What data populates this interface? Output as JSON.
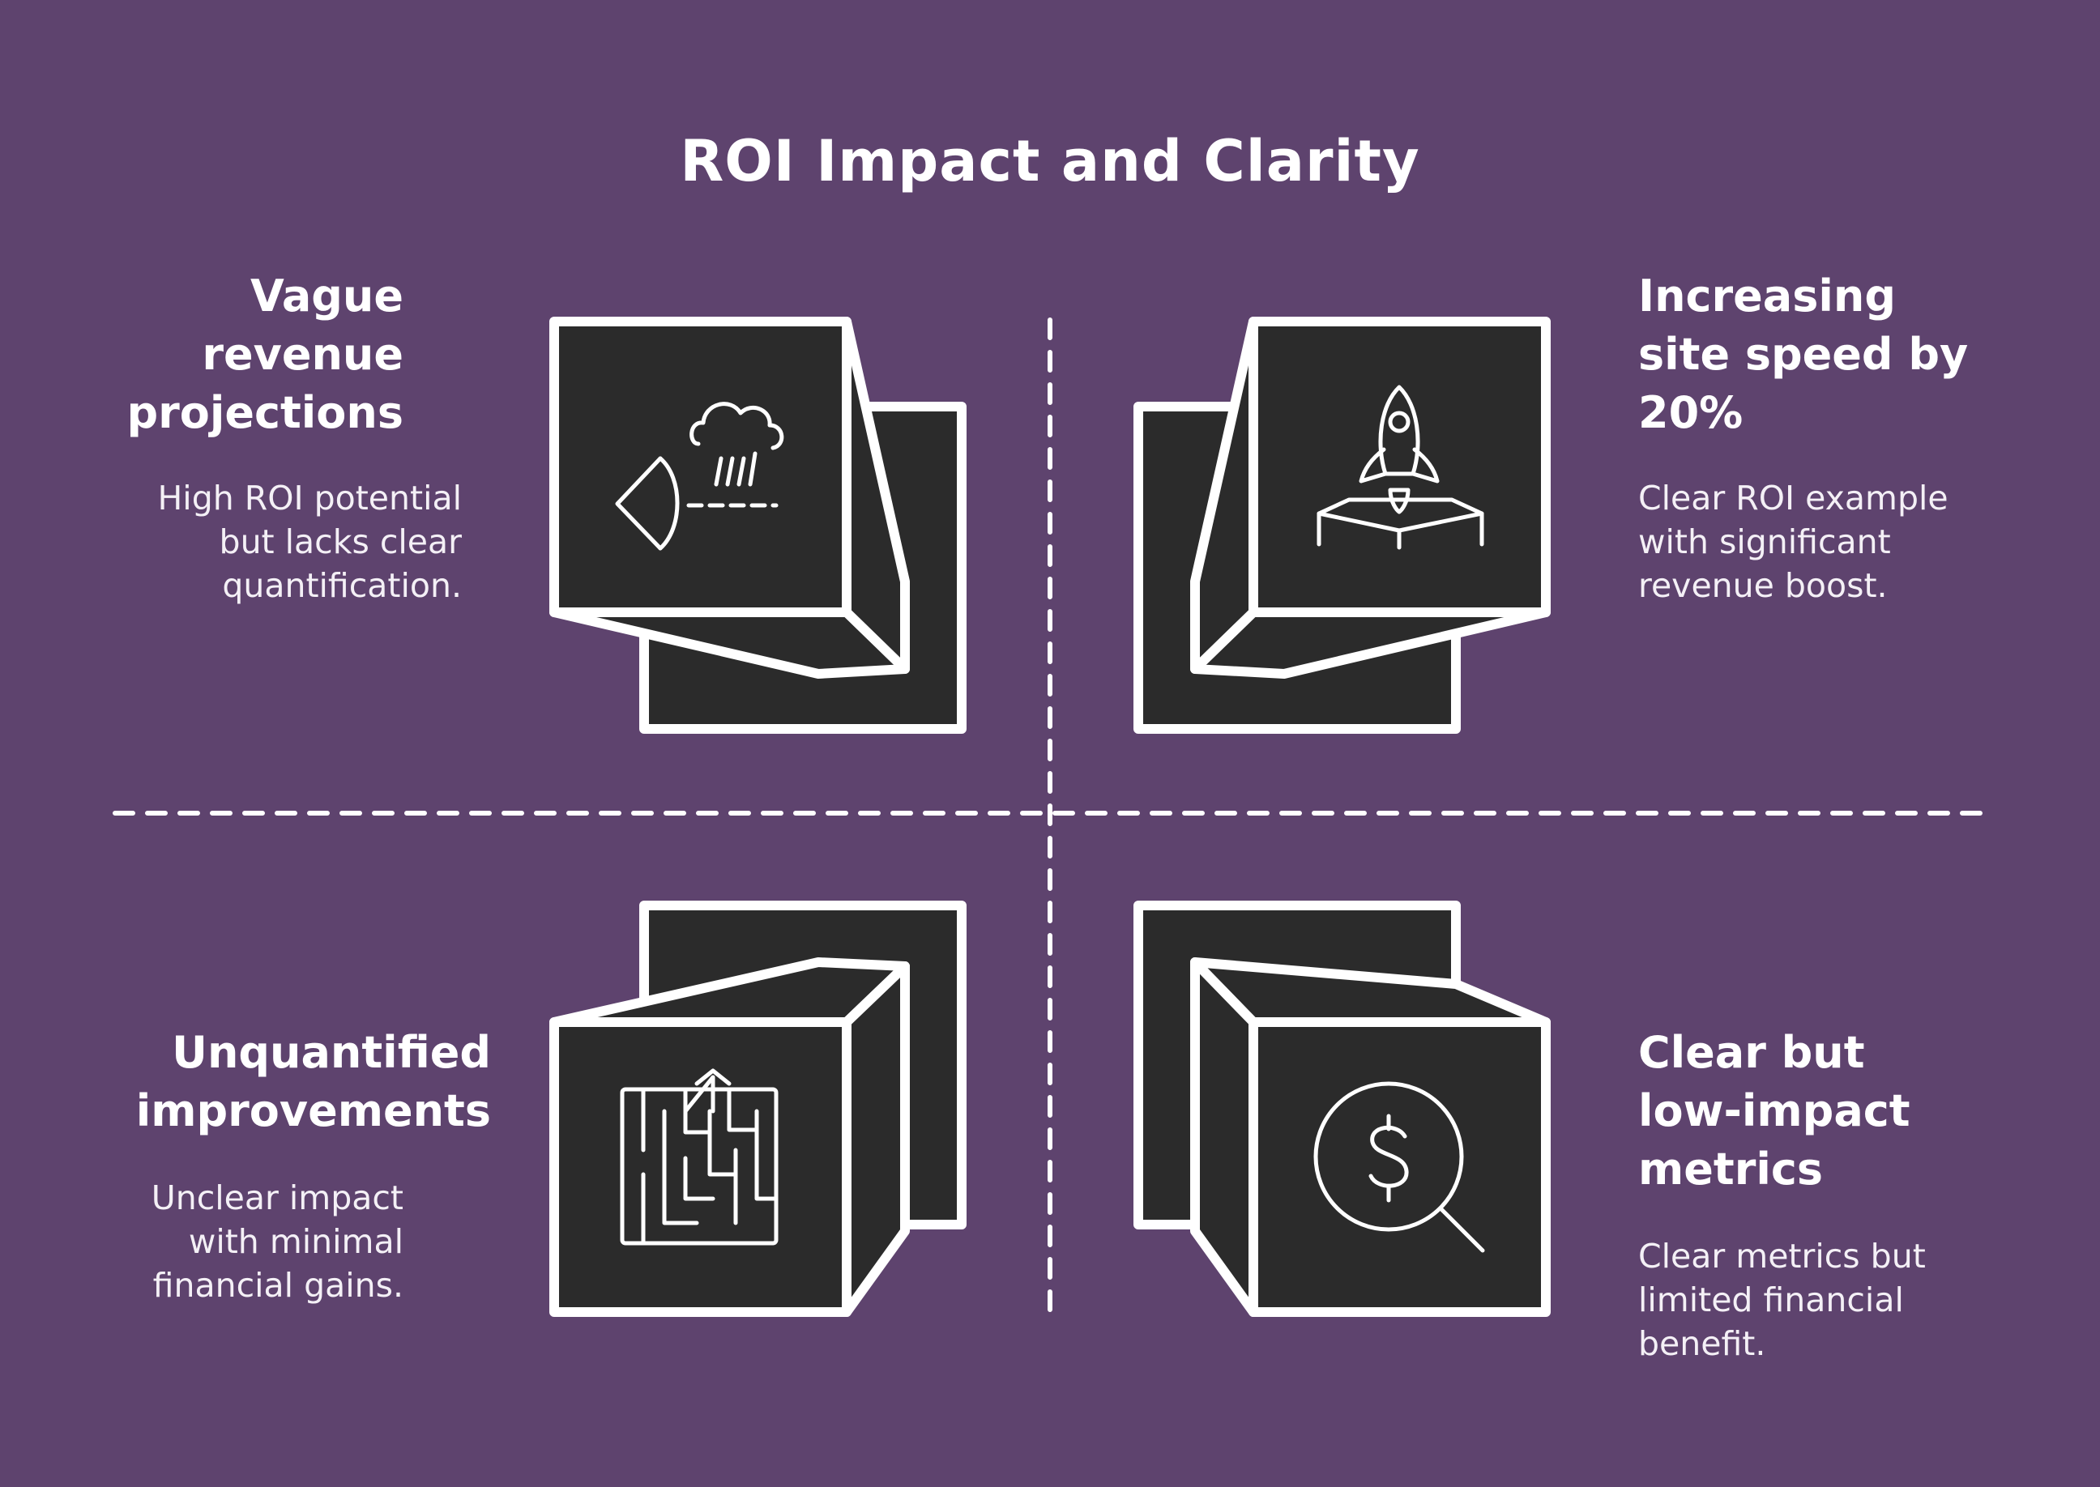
{
  "title": "ROI Impact and Clarity",
  "quadrants": [
    {
      "position": "top-left",
      "heading": [
        "Vague",
        "revenue",
        "projections"
      ],
      "description": [
        "High ROI potential",
        "but lacks clear",
        "quantification."
      ],
      "icon": "rain-cloud-eye-icon"
    },
    {
      "position": "top-right",
      "heading": [
        "Increasing",
        "site speed by",
        "20%"
      ],
      "description": [
        "Clear ROI example",
        "with significant",
        "revenue boost."
      ],
      "icon": "rocket-icon"
    },
    {
      "position": "bottom-left",
      "heading": [
        "Unquantified",
        "improvements"
      ],
      "description": [
        "Unclear impact",
        "with minimal",
        "financial gains."
      ],
      "icon": "maze-icon"
    },
    {
      "position": "bottom-right",
      "heading": [
        "Clear but",
        "low-impact",
        "metrics"
      ],
      "description": [
        "Clear metrics but",
        "limited financial",
        "benefit."
      ],
      "icon": "dollar-search-icon"
    }
  ],
  "colors": {
    "background": "#5e436e",
    "box": "#2b2b2b",
    "stroke": "#ffffff"
  }
}
